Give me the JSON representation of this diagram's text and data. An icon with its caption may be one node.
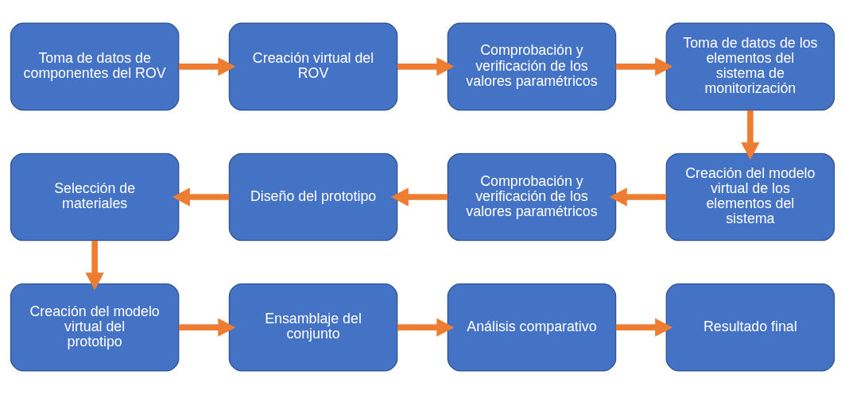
{
  "diagram": {
    "nodes": [
      {
        "text": [
          "Toma de datos de componentes del ROV"
        ]
      },
      {
        "text": [
          "Creación virtual del ROV"
        ]
      },
      {
        "text": [
          "Comprobación y verificación de los valores paramétricos"
        ]
      },
      {
        "text": [
          "Toma de datos de los elementos del sistema de monitorización"
        ]
      },
      {
        "text": [
          "Creación del modelo virtual de los elementos del sistema"
        ]
      },
      {
        "text": [
          "Comprobación y verificación de los valores paramétricos"
        ]
      },
      {
        "text": [
          "Diseño del prototipo"
        ]
      },
      {
        "text": [
          "Selección de materiales"
        ]
      },
      {
        "text": [
          "Creación del modelo virtual del prototipo"
        ]
      },
      {
        "text": [
          "Ensamblaje del conjunto"
        ]
      },
      {
        "text": [
          "Análisis comparativo"
        ]
      },
      {
        "text": [
          "Resultado final"
        ]
      }
    ],
    "edges": [
      {
        "from": 0,
        "to": 1,
        "arrow": "to"
      },
      {
        "from": 1,
        "to": 2,
        "arrow": "to"
      },
      {
        "from": 2,
        "to": 3,
        "arrow": "to"
      },
      {
        "from": 3,
        "to": 4,
        "arrow": "to"
      },
      {
        "from": 4,
        "to": 5,
        "arrow": "to"
      },
      {
        "from": 5,
        "to": 6,
        "arrow": "to"
      },
      {
        "from": 6,
        "to": 7,
        "arrow": "to"
      },
      {
        "from": 7,
        "to": 8,
        "arrow": "to"
      },
      {
        "from": 8,
        "to": 9,
        "arrow": "to"
      },
      {
        "from": 9,
        "to": 10,
        "arrow": "to"
      },
      {
        "from": 10,
        "to": 11,
        "arrow": "to"
      }
    ]
  }
}
